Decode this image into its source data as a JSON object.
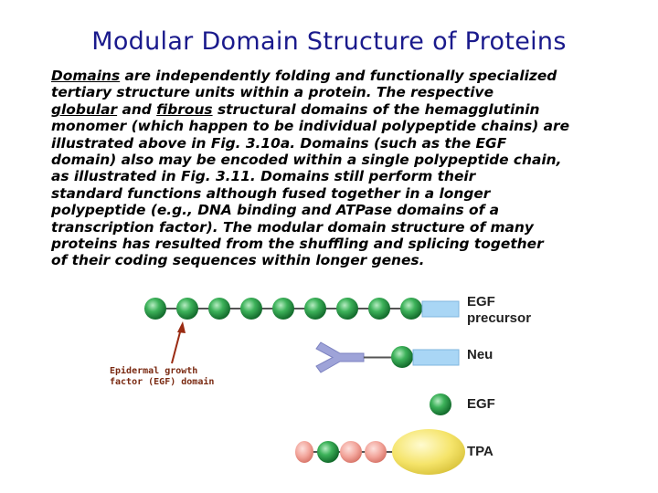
{
  "title": "Modular Domain Structure of Proteins",
  "paragraph": {
    "lines": [
      [
        {
          "t": "Domains",
          "u": true
        },
        {
          "t": " are independently folding and functionally specialized"
        }
      ],
      [
        {
          "t": "tertiary structure units within a protein. The respective"
        }
      ],
      [
        {
          "t": "globular",
          "u": true
        },
        {
          "t": " and "
        },
        {
          "t": "fibrous",
          "u": true
        },
        {
          "t": " structural domains of the hemagglutinin"
        }
      ],
      [
        {
          "t": "monomer (which happen to be individual polypeptide chains) are"
        }
      ],
      [
        {
          "t": "illustrated above in Fig. 3.10a. Domains (such as the EGF"
        }
      ],
      [
        {
          "t": "domain) also may be encoded within a single polypeptide chain,"
        }
      ],
      [
        {
          "t": "as illustrated in Fig. 3.11. Domains still perform their"
        }
      ],
      [
        {
          "t": "standard functions although fused together in a longer"
        }
      ],
      [
        {
          "t": "polypeptide (e.g., DNA binding and ATPase domains of a"
        }
      ],
      [
        {
          "t": "transcription factor). The modular domain structure of many"
        }
      ],
      [
        {
          "t": "proteins has resulted from the shuffling and splicing together"
        }
      ],
      [
        {
          "t": "of their coding sequences within longer genes."
        }
      ]
    ]
  },
  "diagram": {
    "proteins": [
      {
        "label_line1": "EGF",
        "label_line2": "precursor"
      },
      {
        "label_line1": "Neu",
        "label_line2": ""
      },
      {
        "label_line1": "EGF",
        "label_line2": ""
      },
      {
        "label_line1": "TPA",
        "label_line2": ""
      }
    ],
    "annotation": {
      "line1": "Epidermal growth",
      "line2": "factor (EGF) domain"
    }
  },
  "colors": {
    "title": "#1a1a8c",
    "egf_domain": "#2e9e4a",
    "transmembrane_box": "#a9d6f5",
    "neu_receptor": "#9ea3d8",
    "kringle": "#f2a49a",
    "protease": "#f5e46a",
    "arrow": "#9a2b12"
  }
}
